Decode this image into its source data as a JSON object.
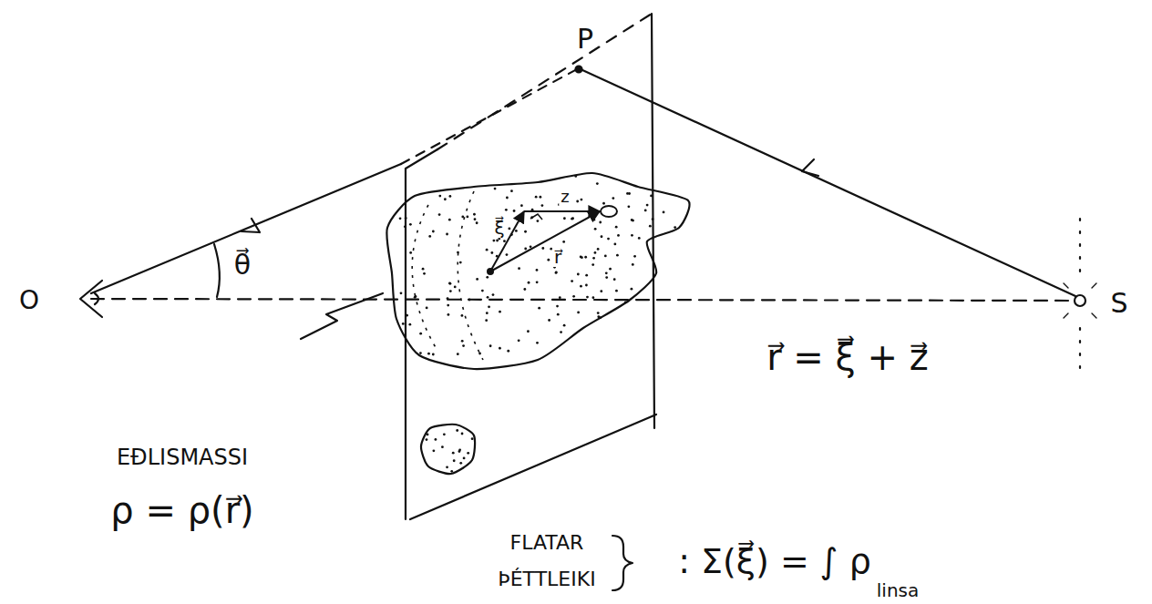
{
  "diagram": {
    "labels": [
      "P",
      "O",
      "S",
      "θ⃗",
      "ξ⃗",
      "z",
      "r⃗",
      "r⃗ = ξ⃗ + z⃗",
      "EÐLISMASSI",
      "ρ = ρ(r⃗)",
      "FLATAR",
      "ÞÉTTLEIKI",
      ": Σ(ξ⃗) = ∫ ρ",
      "linsa"
    ]
  }
}
